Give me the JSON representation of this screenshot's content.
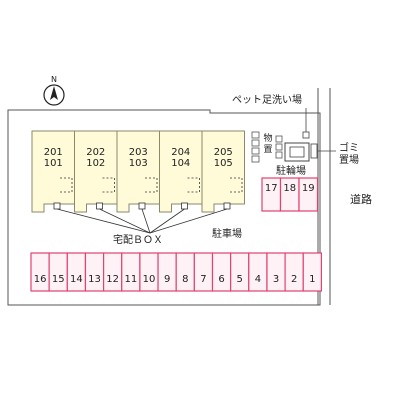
{
  "compass": {
    "north_label": "N"
  },
  "units": [
    {
      "upper": "201",
      "lower": "101"
    },
    {
      "upper": "202",
      "lower": "102"
    },
    {
      "upper": "203",
      "lower": "103"
    },
    {
      "upper": "204",
      "lower": "104"
    },
    {
      "upper": "205",
      "lower": "105"
    }
  ],
  "labels": {
    "pet_wash": "ペット足洗い場",
    "storage_1": "物",
    "storage_2": "置",
    "bicycle_parking": "駐輪場",
    "garbage_1": "ゴミ",
    "garbage_2": "置場",
    "road": "道路",
    "delivery_box": "宅配ＢＯＸ",
    "parking_lot": "駐車場"
  },
  "parking_right": [
    "17",
    "18",
    "19"
  ],
  "parking_bottom": [
    "16",
    "15",
    "14",
    "13",
    "12",
    "11",
    "10",
    "9",
    "8",
    "7",
    "6",
    "5",
    "4",
    "3",
    "2",
    "1"
  ],
  "colors": {
    "unit_fill": "#fffbd9",
    "unit_stroke": "#8a8a6a",
    "parking_stroke": "#e0436f",
    "parking_fill": "#fff2f6"
  }
}
